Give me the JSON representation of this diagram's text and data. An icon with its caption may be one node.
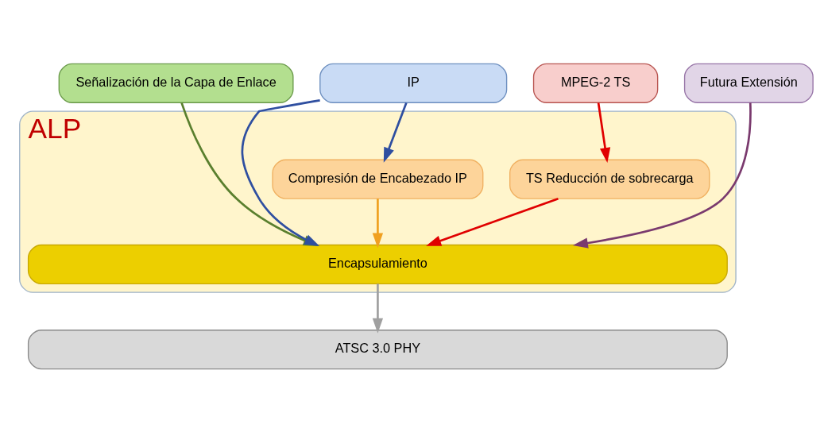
{
  "diagram": {
    "nodes": [
      {
        "text": [
          "Señalización de la Capa de Enlace"
        ]
      },
      {
        "text": [
          "IP"
        ]
      },
      {
        "text": [
          "MPEG-2 TS"
        ]
      },
      {
        "text": [
          "Futura Extensión"
        ]
      },
      {
        "text": [
          "ALP"
        ]
      },
      {
        "text": [
          "Compresión de Encabezado IP"
        ],
        "in": 4
      },
      {
        "text": [
          "TS Reducción de sobrecarga"
        ],
        "in": 4
      },
      {
        "text": [
          "Encapsulamiento"
        ],
        "in": 4
      },
      {
        "text": [
          "ATSC 3.0 PHY"
        ]
      }
    ],
    "edges": [
      {
        "from": 0,
        "to": 7,
        "arrow": "to",
        "color": "#5a7f2e"
      },
      {
        "from": 1,
        "to": 5,
        "arrow": "to",
        "color": "#2f4fa0"
      },
      {
        "from": 1,
        "to": 7,
        "arrow": "to",
        "color": "#2f4fa0"
      },
      {
        "from": 5,
        "to": 7,
        "arrow": "to",
        "color": "#f0a020"
      },
      {
        "from": 2,
        "to": 6,
        "arrow": "to",
        "color": "#e00000"
      },
      {
        "from": 6,
        "to": 7,
        "arrow": "to",
        "color": "#e00000"
      },
      {
        "from": 3,
        "to": 7,
        "arrow": "to",
        "color": "#7a3a6e"
      },
      {
        "from": 7,
        "to": 8,
        "arrow": "to",
        "color": "#a0a0a0"
      }
    ]
  }
}
